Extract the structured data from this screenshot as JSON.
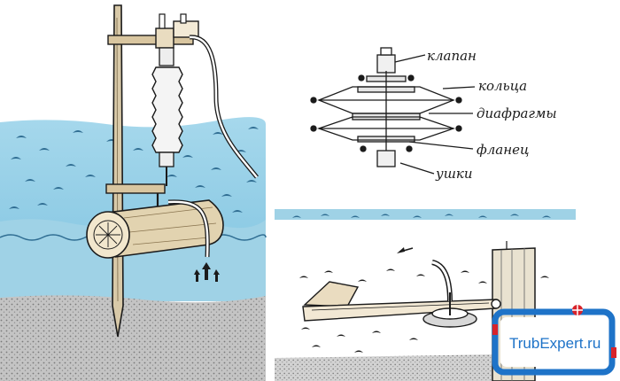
{
  "labels": {
    "valve": "клапан",
    "rings": "кольца",
    "diaphragms": "диафрагмы",
    "flange": "фланец",
    "lugs": "ушки"
  },
  "logo": {
    "text": "TrubExpert.ru"
  },
  "colors": {
    "water": "#8ecde6",
    "water_dark": "#2f6d92",
    "ground": "#bdbdbd",
    "ink": "#1b1b1b",
    "wood": "#d9c6a0",
    "logo_blue": "#1e73c8",
    "logo_red": "#d8232a"
  },
  "icons": [
    "arrow-up-icon",
    "flow-arrow-icon",
    "pipe-logo-icon"
  ]
}
